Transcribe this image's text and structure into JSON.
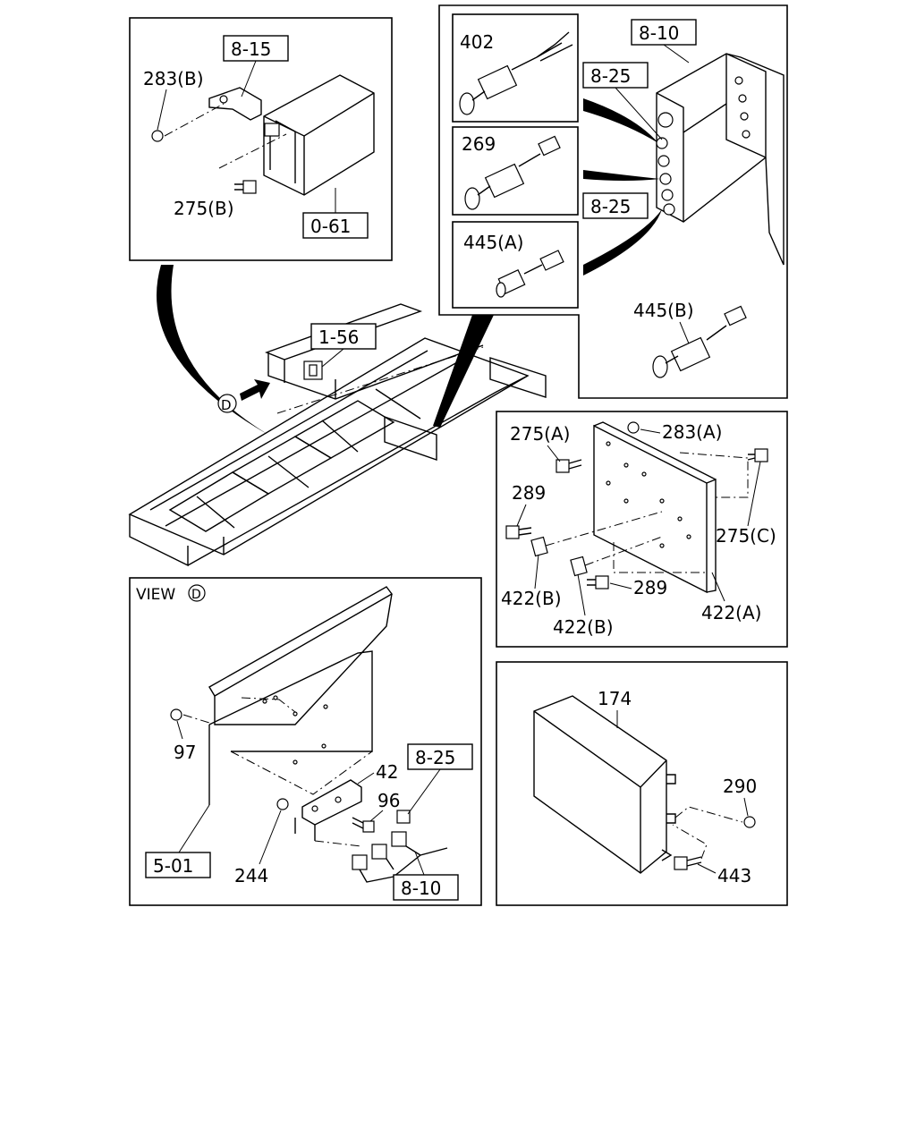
{
  "panels": {
    "top_left": {
      "ref_8_15": "8-15",
      "ref_0_61": "0-61",
      "label_283B": "283(B)",
      "label_275B": "275(B)"
    },
    "top_right": {
      "ref_8_10": "8-10",
      "ref_8_25_upper": "8-25",
      "ref_8_25_lower": "8-25",
      "label_402": "402",
      "label_269": "269",
      "label_445A": "445(A)",
      "label_445B": "445(B)"
    },
    "main_frame": {
      "ref_1_56": "1-56",
      "view_marker": "D"
    },
    "mid_right": {
      "label_275A": "275(A)",
      "label_283A": "283(A)",
      "label_289_upper": "289",
      "label_275C": "275(C)",
      "label_422B_left": "422(B)",
      "label_289_lower": "289",
      "label_422B_mid": "422(B)",
      "label_422A": "422(A)"
    },
    "view_d": {
      "title": "VIEW",
      "title_marker": "D",
      "label_97": "97",
      "label_42": "42",
      "label_96": "96",
      "ref_8_25": "8-25",
      "ref_5_01": "5-01",
      "label_244": "244",
      "ref_8_10": "8-10"
    },
    "bottom_right": {
      "label_174": "174",
      "label_290": "290",
      "label_443": "443"
    }
  }
}
